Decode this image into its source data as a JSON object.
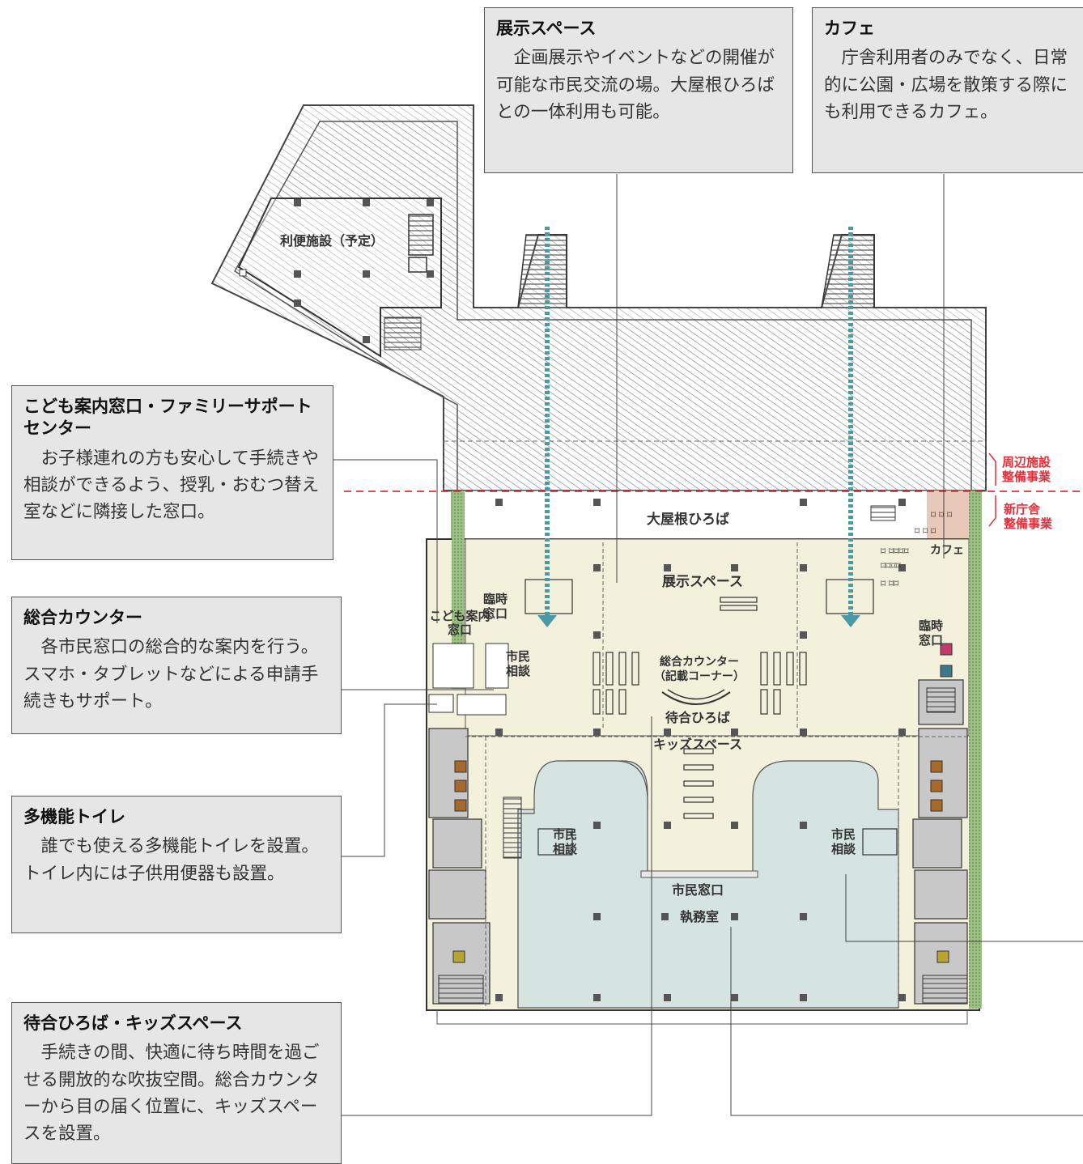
{
  "callouts": {
    "exhibit": {
      "title": "展示スペース",
      "body": "企画展示やイベントなどの開催が可能な市民交流の場。大屋根ひろばとの一体利用も可能。"
    },
    "cafe": {
      "title": "カフェ",
      "body": "庁舎利用者のみでなく、日常的に公園・広場を散策する際にも利用できるカフェ。"
    },
    "kodomo": {
      "title": "こども案内窓口・ファミリーサポートセンター",
      "body": "お子様連れの方も安心して手続きや相談ができるよう、授乳・おむつ替え室などに隣接した窓口。"
    },
    "counter": {
      "title": "総合カウンター",
      "body": "各市民窓口の総合的な案内を行う。スマホ・タブレットなどによる申請手続きもサポート。"
    },
    "toilet": {
      "title": "多機能トイレ",
      "body": "誰でも使える多機能トイレを設置。トイレ内には子供用便器も設置。"
    },
    "waiting": {
      "title": "待合ひろば・キッズスペース",
      "body": "手続きの間、快適に待ち時間を過ごせる開放的な吹抜空間。総合カウンターから目の届く位置に、キッズスペースを設置。"
    }
  },
  "plan_labels": {
    "convenience": "利便施設（予定）",
    "plaza": "大屋根ひろば",
    "exhibit": "展示スペース",
    "cafe": "カフェ",
    "temp_window_left_1": "臨時",
    "temp_window_left_2": "窓口",
    "kodomo_window_1": "こども案内",
    "kodomo_window_2": "窓口",
    "consult_1": "市民",
    "consult_2": "相談",
    "counter_1": "総合カウンター",
    "counter_2": "（記載コーナー）",
    "waiting": "待合ひろば",
    "kids": "キッズスペース",
    "temp_window_right_1": "臨時",
    "temp_window_right_2": "窓口",
    "citizen_window": "市民窓口",
    "office": "執務室"
  },
  "boundary": {
    "upper_1": "周辺施設",
    "upper_2": "整備事業",
    "lower_1": "新庁舎",
    "lower_2": "整備事業"
  },
  "colors": {
    "floor": "#f3f1dc",
    "office": "#d5e4e0",
    "wall": "#9a9a9a",
    "arrow": "#4a9aa6",
    "boundary": "#e0303c",
    "cafe": "#e8c8b8",
    "green_edge": "#7ea867"
  }
}
